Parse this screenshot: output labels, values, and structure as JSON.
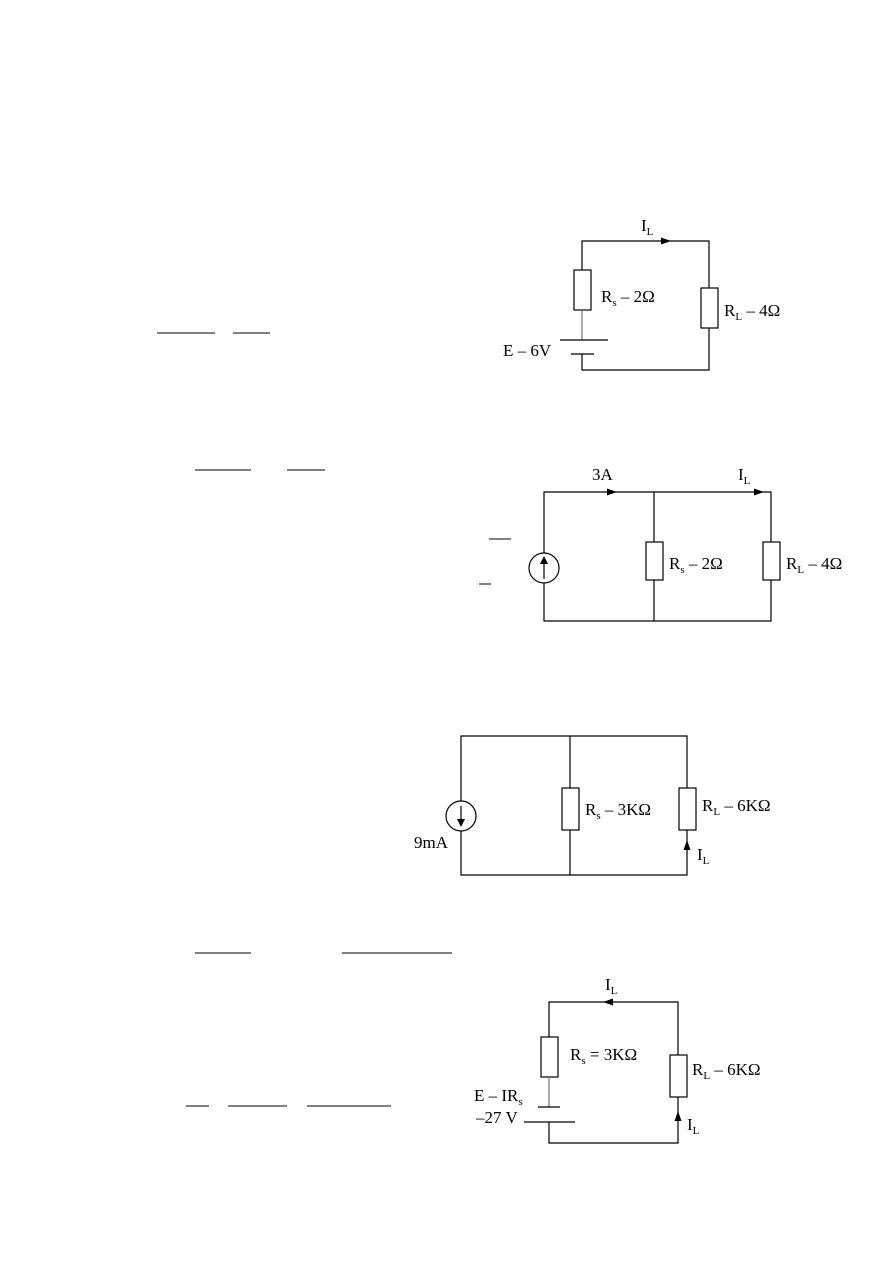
{
  "colors": {
    "wire": "#000000",
    "background": "#ffffff",
    "lead": "#8a8a8a"
  },
  "circuit1": {
    "current": {
      "main": "I",
      "sub": "L"
    },
    "rs": {
      "main": "R",
      "sub": "s",
      "value": " – 2Ω"
    },
    "rl": {
      "main": "R",
      "sub": "L",
      "value": " – 4Ω"
    },
    "source": "E – 6V"
  },
  "circuit2": {
    "source_current": "3A",
    "current": {
      "main": "I",
      "sub": "L"
    },
    "rs": {
      "main": "R",
      "sub": "s",
      "value": " – 2Ω"
    },
    "rl": {
      "main": "R",
      "sub": "L",
      "value": " – 4Ω"
    }
  },
  "circuit3": {
    "source": "9mA",
    "rs": {
      "main": "R",
      "sub": "s",
      "value": " – 3KΩ"
    },
    "rl": {
      "main": "R",
      "sub": "L",
      "value": " – 6KΩ"
    },
    "current": {
      "main": "I",
      "sub": "L"
    }
  },
  "circuit4": {
    "current_top": {
      "main": "I",
      "sub": "L"
    },
    "rs": {
      "main": "R",
      "sub": "s",
      "value": " = 3KΩ"
    },
    "rl": {
      "main": "R",
      "sub": "L",
      "value": " – 6KΩ"
    },
    "current_right": {
      "main": "I",
      "sub": "L"
    },
    "source_line1": {
      "main": "E – IR",
      "sub": "s"
    },
    "source_line2": "–27 V"
  }
}
